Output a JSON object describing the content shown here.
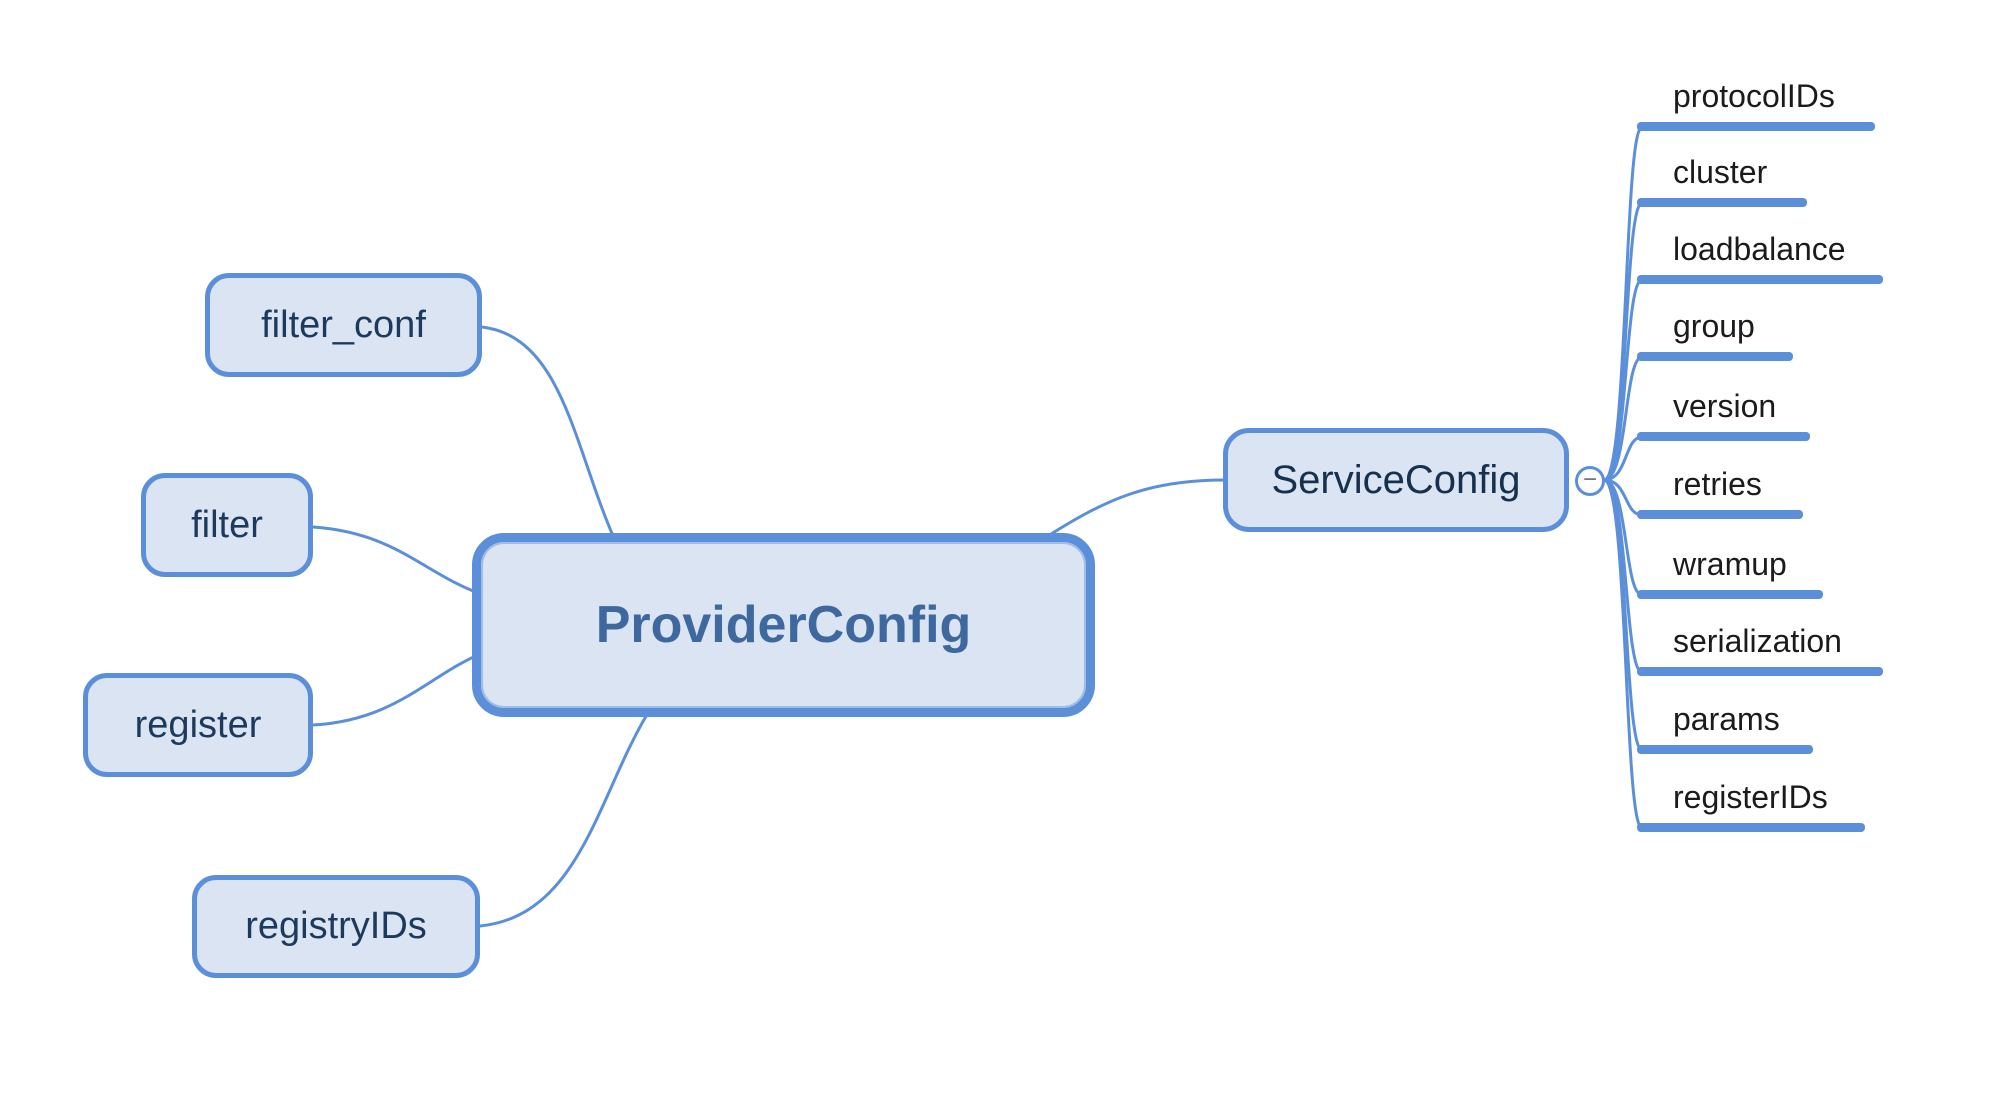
{
  "diagram": {
    "root": {
      "label": "ProviderConfig"
    },
    "left_children": [
      {
        "label": "filter_conf"
      },
      {
        "label": "filter"
      },
      {
        "label": "register"
      },
      {
        "label": "registryIDs"
      }
    ],
    "right_child": {
      "label": "ServiceConfig",
      "collapse_icon": "minus-icon",
      "collapse_glyph": "−",
      "children": [
        {
          "label": "protocolIDs"
        },
        {
          "label": "cluster"
        },
        {
          "label": "loadbalance"
        },
        {
          "label": "group"
        },
        {
          "label": "version"
        },
        {
          "label": "retries"
        },
        {
          "label": "wramup"
        },
        {
          "label": "serialization"
        },
        {
          "label": "params"
        },
        {
          "label": "registerIDs"
        }
      ]
    },
    "colors": {
      "accent": "#5b8fd9",
      "node_fill": "#dbe4f3",
      "root_text": "#3f689e",
      "node_text": "#1d3a5c",
      "branch_text": "#17304e",
      "leaf_text": "#1b1b1d",
      "collapse_glyph_color": "#6e6e91"
    }
  }
}
